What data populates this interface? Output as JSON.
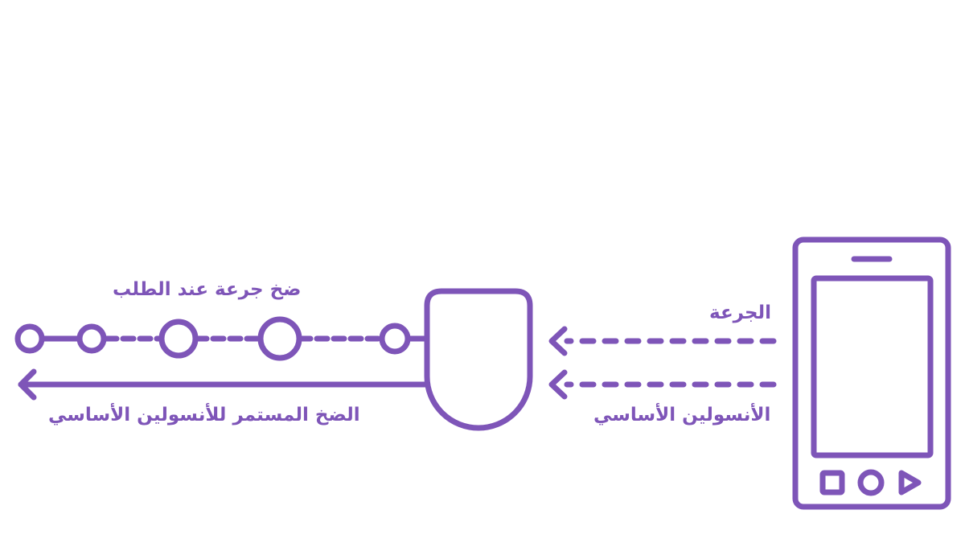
{
  "diagram": {
    "accent_color": "#7e55b8",
    "labels": {
      "bolus_on_demand": "ضخ جرعة عند الطلب",
      "continuous_basal": "الضخ المستمر للأنسولين الأساسي",
      "bolus": "الجرعة",
      "basal_insulin": "الأنسولين الأساسي"
    },
    "icons": {
      "phone": "smartphone-icon",
      "pump": "insulin-pump-icon"
    }
  }
}
